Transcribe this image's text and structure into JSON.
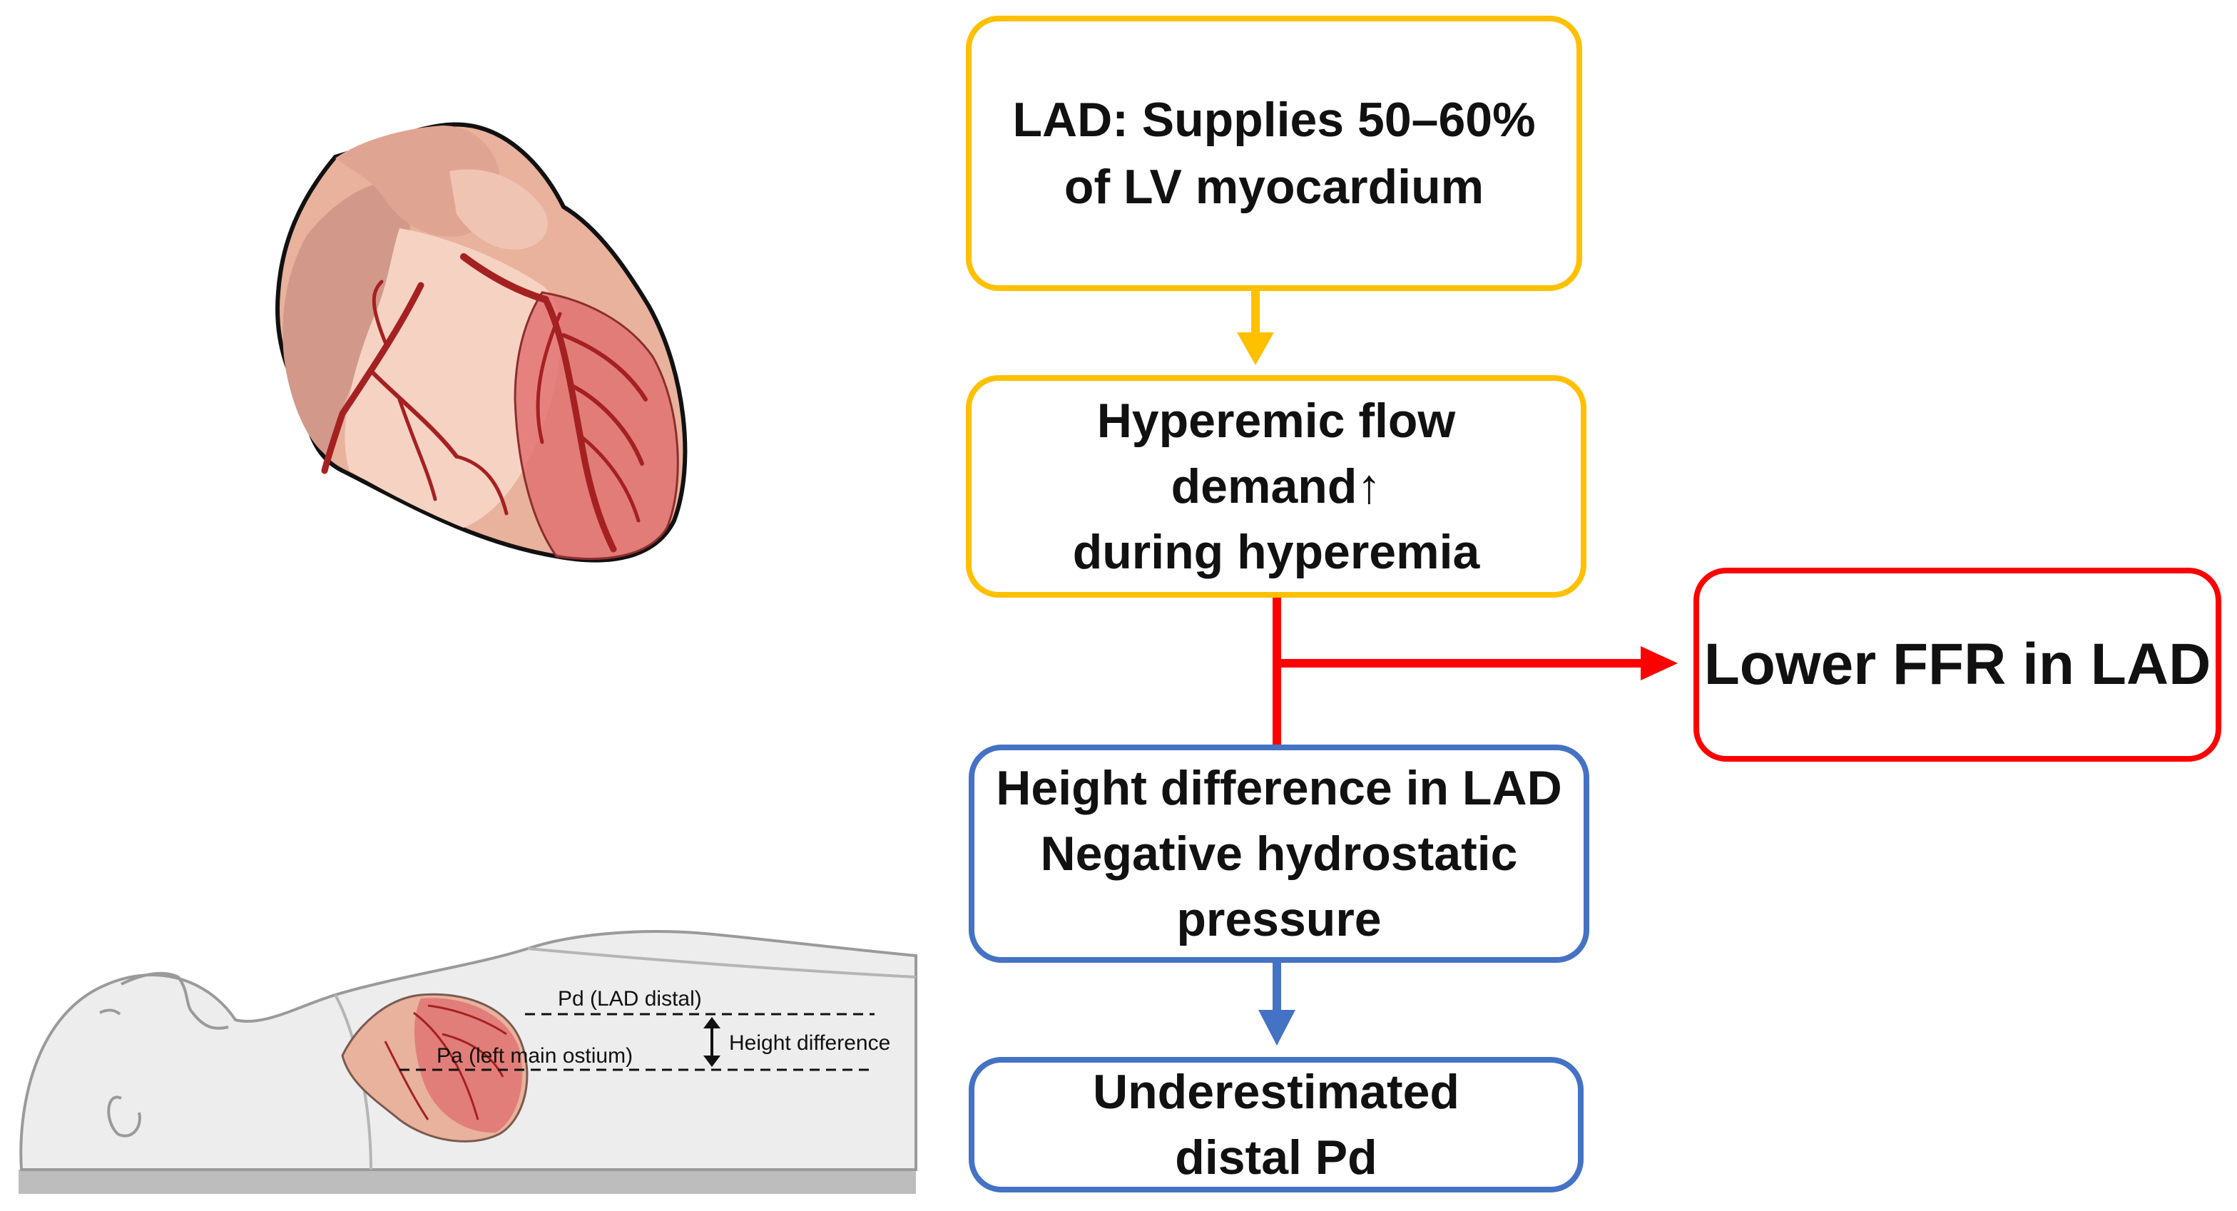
{
  "flowchart": {
    "lad_box": {
      "lines": [
        "LAD: Supplies 50–60%",
        "of  LV myocardium"
      ]
    },
    "hyperemic_box": {
      "lines": [
        "Hyperemic flow",
        "demand↑",
        "during hyperemia"
      ]
    },
    "height_box": {
      "lines": [
        "Height difference in LAD",
        "Negative hydrostatic",
        "pressure"
      ]
    },
    "underestimated_box": {
      "lines": [
        "Underestimated",
        "distal Pd"
      ]
    },
    "ffr_box": {
      "lines": [
        "Lower FFR in LAD"
      ]
    }
  },
  "body_illustration": {
    "pd_label": "Pd (LAD distal)",
    "pa_label": "Pa (left main ostium)",
    "height_label": "Height difference"
  },
  "colors": {
    "yellow": "#FFC000",
    "blue": "#4472C4",
    "red": "#FF0000",
    "heart_skin": "#E8B29D",
    "artery": "#B22222",
    "lad_territory": "#E07070"
  },
  "icons": [
    "heart-illustration",
    "supine-patient-illustration"
  ]
}
